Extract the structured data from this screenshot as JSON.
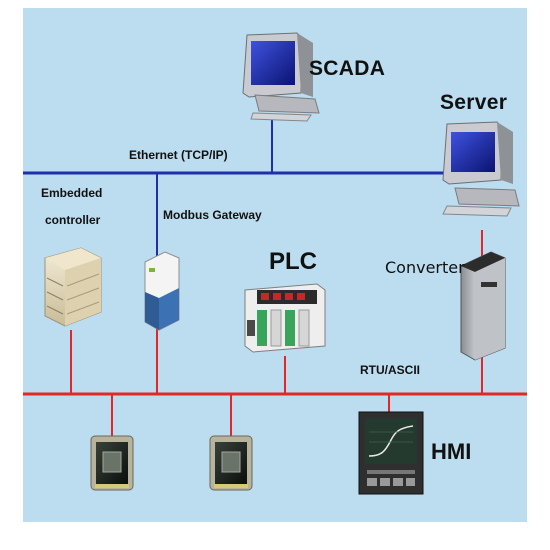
{
  "labels": {
    "scada": "SCADA",
    "server": "Server",
    "ethernet": "Ethernet (TCP/IP)",
    "embedded_line1": "Embedded",
    "embedded_line2": "controller",
    "modbus_gateway": "Modbus Gateway",
    "plc": "PLC",
    "converter": "Converter",
    "rtu_ascii": "RTU/ASCII",
    "hmi": "HMI"
  },
  "colors": {
    "background": "#bcdcef",
    "ethernet_line": "#1f2fa8",
    "serial_bus": "#e3262a"
  },
  "icons": [
    "computer-icon",
    "server-icon",
    "embedded-controller-icon",
    "modbus-gateway-icon",
    "plc-icon",
    "converter-icon",
    "io-module-icon",
    "hmi-icon"
  ]
}
